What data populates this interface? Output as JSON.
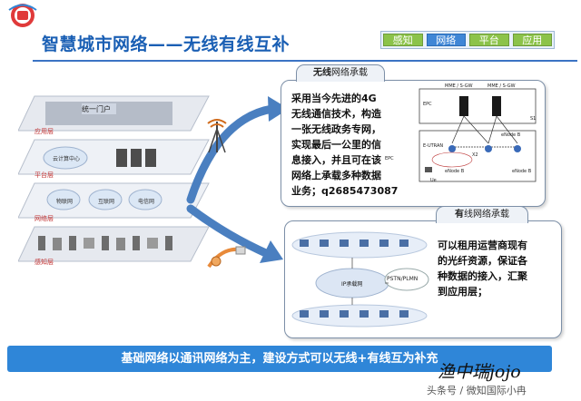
{
  "header": {
    "title": "智慧城市网络——无线有线互补",
    "tabs": [
      {
        "label": "感知",
        "active": false
      },
      {
        "label": "网络",
        "active": true
      },
      {
        "label": "平台",
        "active": false
      },
      {
        "label": "应用",
        "active": false
      }
    ]
  },
  "colors": {
    "accent": "#1a5fb4",
    "banner": "#2f86d8",
    "tab_green": "#8cc34a",
    "tab_blue": "#3f86d6",
    "arrow": "#4a7fc0"
  },
  "left_stack": {
    "portal_text": "统一门户",
    "layer_labels": [
      "应用层",
      "平台层",
      "网络层",
      "感知层"
    ],
    "platform_cloud": "云计算中心",
    "network_clouds": [
      "物联网",
      "互联网",
      "电信网"
    ]
  },
  "wireless_panel": {
    "heading_bold": "无线",
    "heading_rest": "网络承载",
    "lines": [
      "采用当今先进的4G",
      "无线通信技术，构造",
      "一张无线政务专网，",
      "实现最后一公里的信",
      "息接入，并且可在该",
      "网络上承载多种数据",
      "业务；q2685473087"
    ],
    "diagram": {
      "mme_labels": [
        "MME / S-GW",
        "MME / S-GW"
      ],
      "epc": "EPC",
      "eutran": "E-UTRAN",
      "s1": "S1",
      "x2": "X2",
      "enodeb": [
        "eNode B",
        "eNode B",
        "eNode B"
      ],
      "ue": "Ue",
      "epc_small": "EPC"
    }
  },
  "wired_panel": {
    "heading_bold": "有",
    "heading_rest": "线网络承载",
    "lines": [
      "可以租用运营商现有",
      "的光纤资源，保证各",
      "种数据的接入，汇聚",
      "到应用层；"
    ],
    "cloud_label": "PSTN/PLMN",
    "ip_label": "IP承载网"
  },
  "banner": "基础网络以通讯网络为主，建设方式可以无线+有线互为补充",
  "signature": "渔中瑞jojo",
  "watermark": "头条号 / 微知国际小冉"
}
